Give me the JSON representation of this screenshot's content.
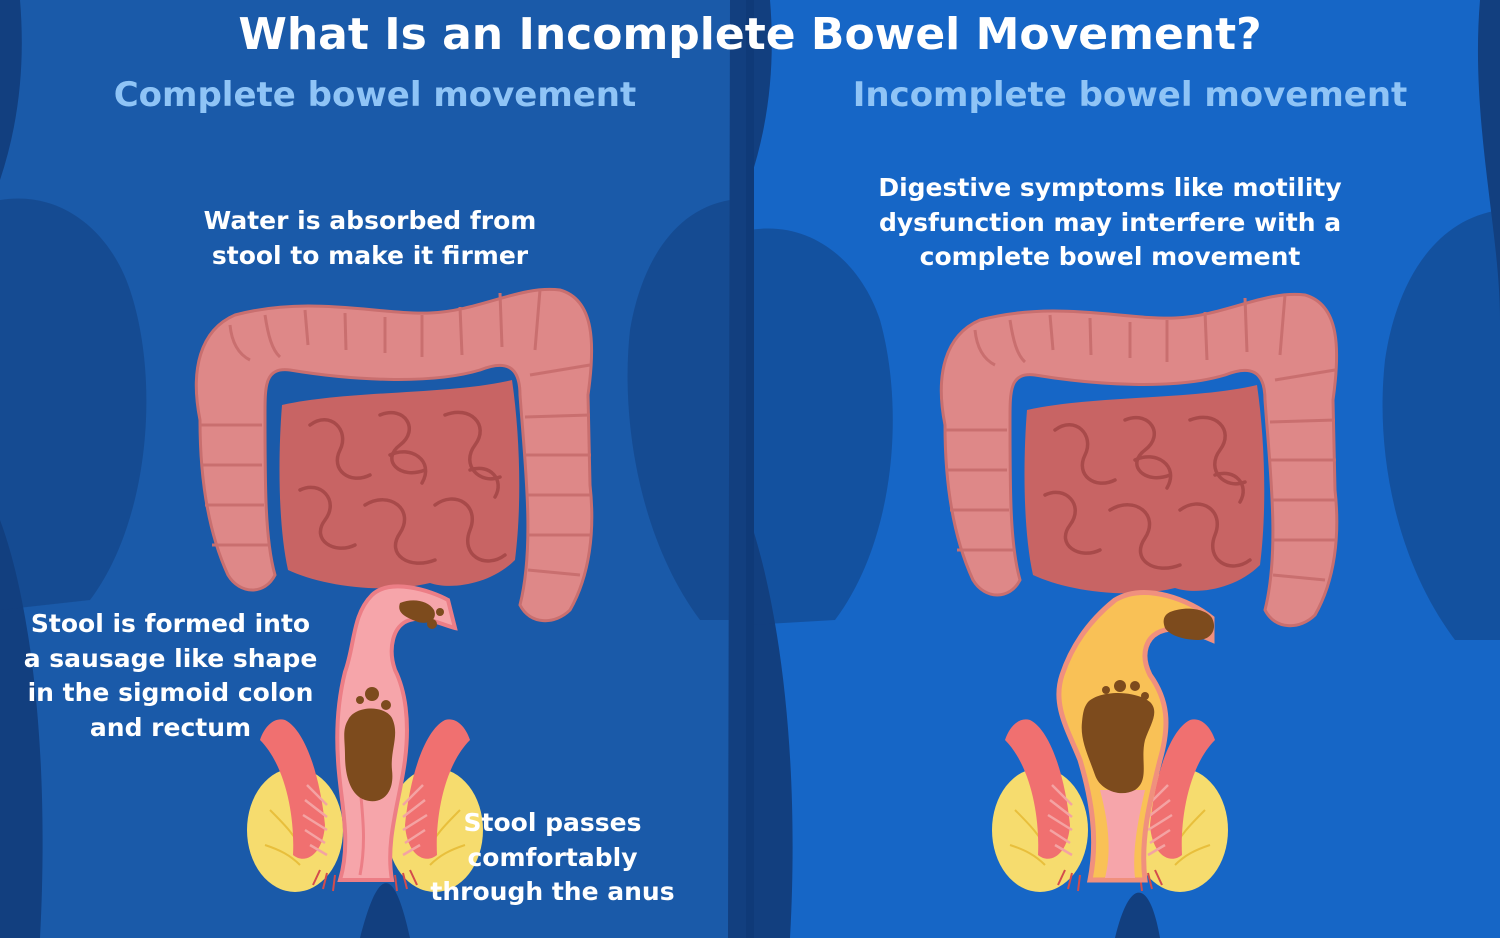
{
  "title": "What Is an Incomplete Bowel Movement?",
  "panels": {
    "left": {
      "heading": "Complete bowel movement",
      "annotations": {
        "water": [
          "Water is absorbed from",
          "stool to make it firmer"
        ],
        "stool_formed": [
          "Stool is formed into",
          "a sausage like shape",
          "in the sigmoid colon",
          "and rectum"
        ],
        "stool_passes": [
          "Stool passes",
          "comfortably",
          "through the anus"
        ]
      }
    },
    "right": {
      "heading": "Incomplete bowel movement",
      "annotations": {
        "digestive": [
          "Digestive symptoms like motility",
          "dysfunction may interfere with a",
          "complete bowel movement"
        ]
      }
    }
  },
  "colors": {
    "background_dark": "#123f7f",
    "body_left": "#1a5aa9",
    "body_right": "#1666c6",
    "heading": "#8fc4f6",
    "text": "#ffffff",
    "colon_outer": "#de8888",
    "colon_inner": "#c86464",
    "rectum_healthy": "#f6a5aa",
    "rectum_inflamed": "#f9c156",
    "stool": "#7d4b1d",
    "muscle": "#f07070",
    "fat": "#f6dc6e"
  }
}
